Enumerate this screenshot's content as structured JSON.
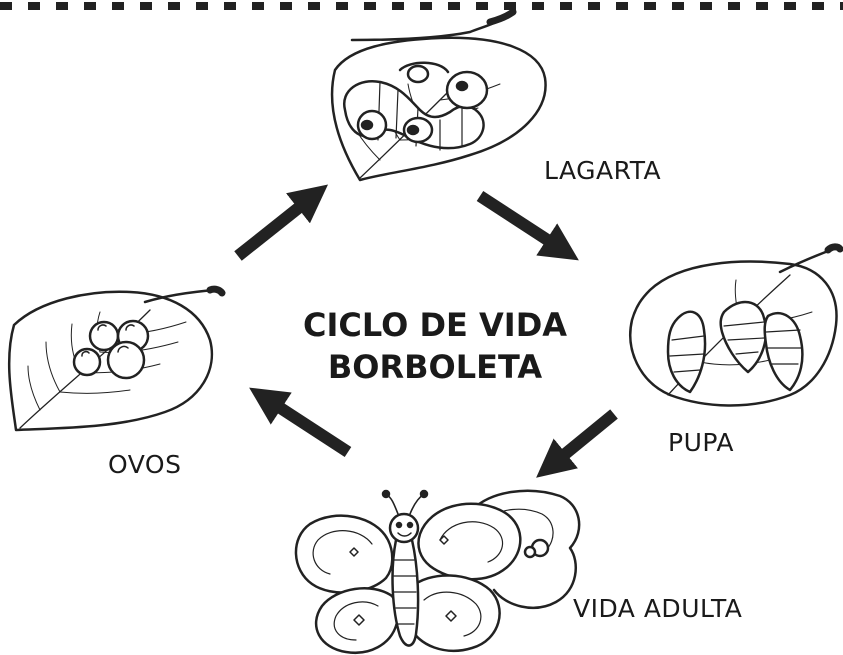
{
  "title": {
    "line1": "CICLO DE VIDA",
    "line2": "BORBOLETA"
  },
  "stages": {
    "eggs": "OVOS",
    "caterpillar": "LAGARTA",
    "pupa": "PUPA",
    "adult": "VIDA ADULTA"
  },
  "colors": {
    "ink": "#1a1a1a",
    "arrow": "#222222",
    "background": "#ffffff"
  },
  "icons": [
    "leaf-with-eggs",
    "leaf-with-caterpillars",
    "leaf-with-pupae",
    "butterfly",
    "cycle-arrow"
  ]
}
